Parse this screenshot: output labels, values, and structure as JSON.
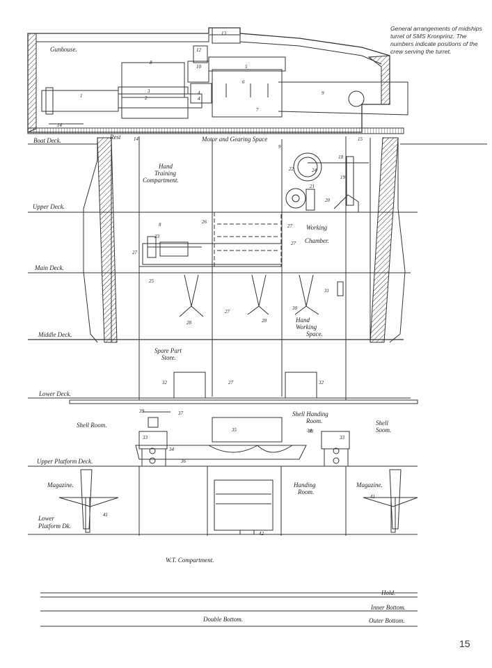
{
  "caption": "General arrangements of midships turret of SMS Kronprinz. The numbers indicate positions of the crew serving the turret.",
  "page_number": "15",
  "deck_labels": {
    "boat": "Boat Deck.",
    "upper": "Upper Deck.",
    "main": "Main Deck.",
    "middle": "Middle Deck.",
    "lower": "Lower Deck.",
    "upper_platform": "Upper Platform Deck.",
    "lower_platform_1": "Lower",
    "lower_platform_2": "Platform Dk."
  },
  "space_labels": {
    "gunhouse": "Gunhouse.",
    "rest": "Rest",
    "motor_gearing": "Motor and Gearing Space",
    "hand_training_1": "Hand",
    "hand_training_2": "Training",
    "hand_training_3": "Compartment.",
    "working_chamber_1": "Working",
    "working_chamber_2": "Chamber.",
    "hand_working_1": "Hand",
    "hand_working_2": "Working",
    "hand_working_3": "Space.",
    "spare_part_1": "Spare Part",
    "spare_part_2": "Store.",
    "shell_room_left": "Shell Room.",
    "shell_handing_1": "Shell Handing",
    "shell_handing_2": "Room.",
    "shell_room_right_1": "Shell",
    "shell_room_right_2": "Soom.",
    "magazine_left": "Magazine.",
    "magazine_right": "Magazine.",
    "handing_room_1": "Handing",
    "handing_room_2": "Room.",
    "wt_compartment": "W.T. Compartment.",
    "hold": "Hold.",
    "inner_bottom": "Inner Bottom.",
    "double_bottom": "Double Bottom.",
    "outer_bottom": "Outer Bottom."
  },
  "crew_numbers": {
    "n1": "1",
    "n2": "2",
    "n3": "3",
    "n4": "4",
    "n5": "5",
    "n6": "6",
    "n7": "7",
    "n8": "8",
    "n8b": "8",
    "n9": "9",
    "n10": "10",
    "n12": "12",
    "n13": "13",
    "n14": "14",
    "n14b": "14",
    "n15": "15",
    "n18": "18",
    "n19": "19",
    "n20": "20",
    "n21": "21",
    "n22": "22",
    "n23": "23",
    "n24": "24",
    "n25": "25",
    "n26": "26",
    "n27a": "27",
    "n27b": "27",
    "n27c": "27",
    "n27d": "27",
    "n28a": "28",
    "n28b": "28",
    "n30": "30",
    "n31": "31",
    "n32a": "32",
    "n32b": "32",
    "n33a": "33",
    "n33b": "33",
    "n34a": "34",
    "n34b": "34",
    "n35": "35",
    "n36": "36",
    "n37": "37",
    "n38": "38",
    "n39": "39",
    "n41a": "41",
    "n41b": "41",
    "n42": "42",
    "n4b": "4",
    "n9b": "9",
    "n27e": "27"
  }
}
